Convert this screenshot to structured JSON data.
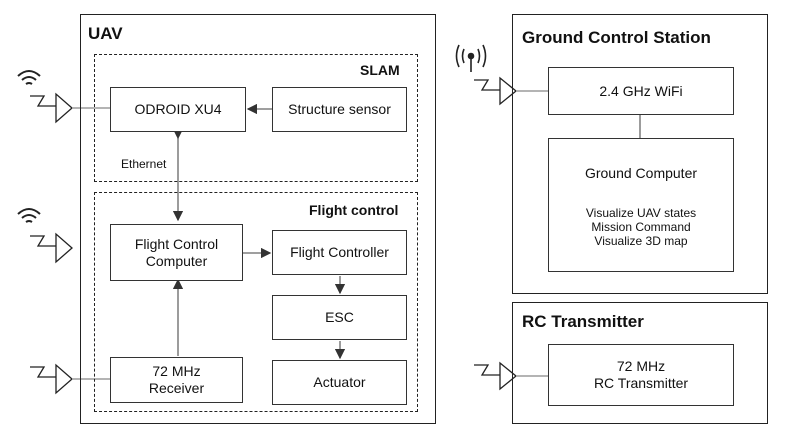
{
  "uav": {
    "title": "UAV",
    "slam": {
      "title": "SLAM",
      "odroid": "ODROID XU4",
      "structure_sensor": "Structure sensor"
    },
    "ethernet_label": "Ethernet",
    "flight_control": {
      "title": "Flight control",
      "fcc_line1": "Flight Control",
      "fcc_line2": "Computer",
      "flight_controller": "Flight Controller",
      "esc": "ESC",
      "actuator": "Actuator",
      "receiver_line1": "72 MHz",
      "receiver_line2": "Receiver"
    }
  },
  "gcs": {
    "title": "Ground Control Station",
    "wifi": "2.4 GHz WiFi",
    "ground_computer": "Ground Computer",
    "functions": [
      "Visualize UAV states",
      "Mission Command",
      "Visualize 3D map"
    ]
  },
  "rc": {
    "title": "RC Transmitter",
    "line1": "72 MHz",
    "line2": "RC Transmitter"
  },
  "icons": [
    "wifi-icon",
    "antenna-icon",
    "radio-tower-icon"
  ]
}
